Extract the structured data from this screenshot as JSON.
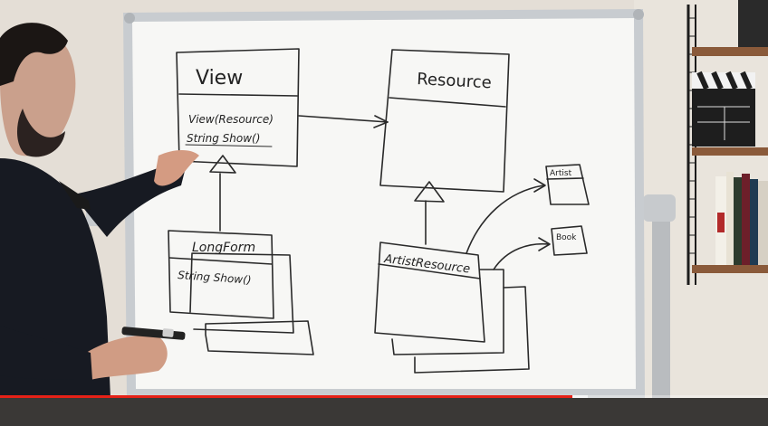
{
  "whiteboard": {
    "view_box": {
      "title": "View",
      "members": [
        "View(Resource)",
        "String Show()"
      ]
    },
    "resource_box": {
      "title": "Resource"
    },
    "longform_box": {
      "title": "LongForm",
      "members": [
        "String Show()"
      ]
    },
    "artistresource_box": {
      "title": "ArtistResource"
    },
    "artist_box": {
      "title": "Artist"
    },
    "book_box": {
      "title": "Book"
    }
  },
  "player": {
    "progress_fraction": 0.745,
    "buffer_fraction": 0.765,
    "accent_color": "#e62117"
  }
}
